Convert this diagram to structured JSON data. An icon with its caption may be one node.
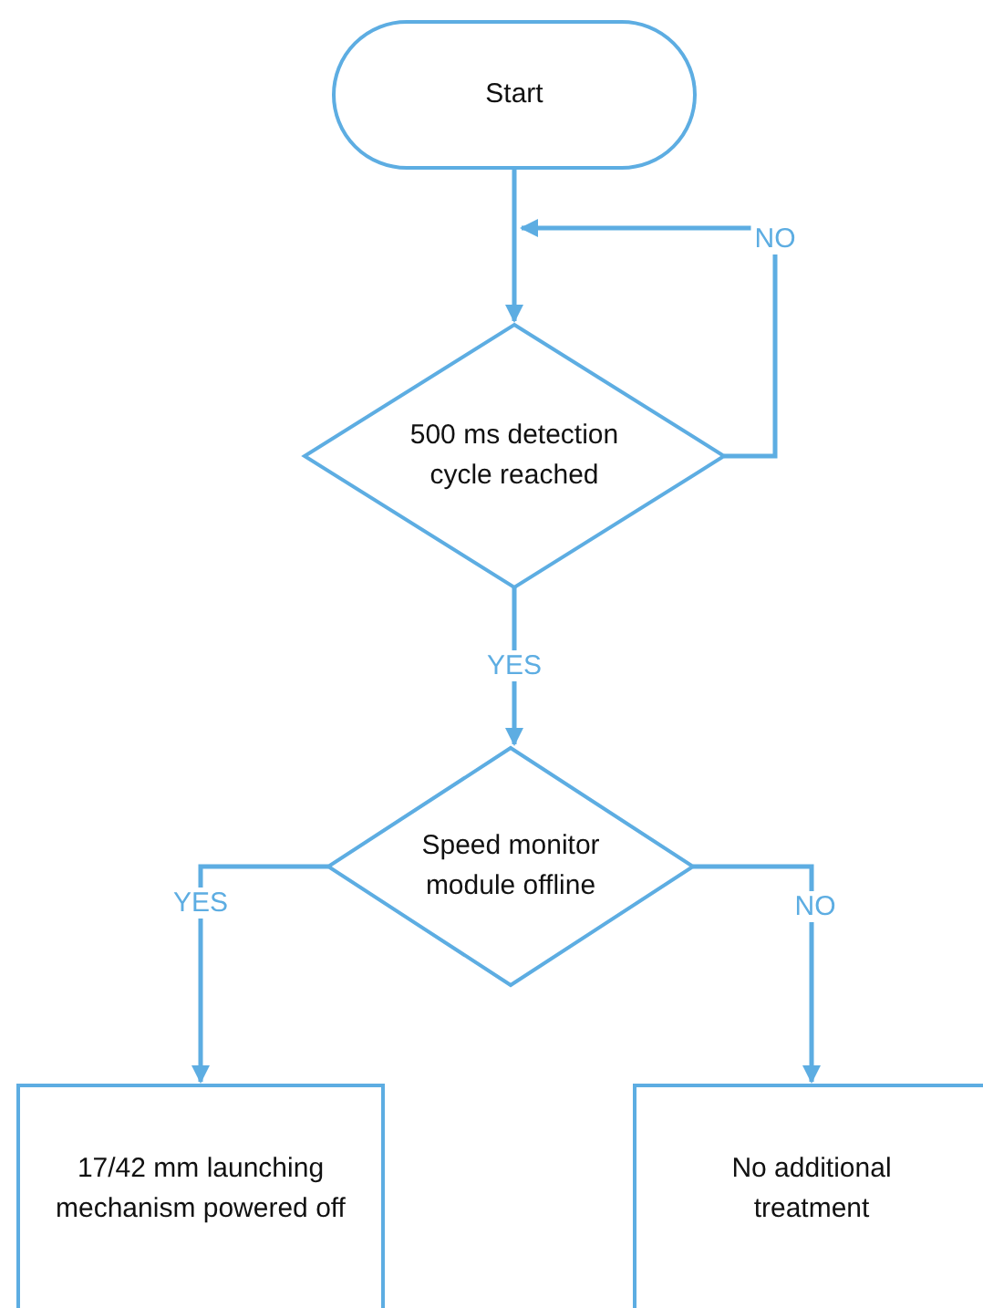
{
  "diagram": {
    "nodes": [
      {
        "text": [
          "Start"
        ]
      },
      {
        "text": [
          "500 ms detection cycle reached"
        ]
      },
      {
        "text": [
          "Speed monitor module offline"
        ]
      },
      {
        "text": [
          "17/42 mm launching mechanism powered off"
        ]
      },
      {
        "text": [
          "No additional treatment"
        ]
      }
    ],
    "edges": [
      {
        "from": 0,
        "to": 1,
        "arrow": "to"
      },
      {
        "from": 1,
        "to": null,
        "arrow": "to",
        "label": "NO"
      },
      {
        "from": 1,
        "to": 2,
        "arrow": "to",
        "label": "YES"
      },
      {
        "from": 2,
        "to": 3,
        "arrow": "to",
        "label": "YES"
      },
      {
        "from": 2,
        "to": 4,
        "arrow": "to",
        "label": "NO"
      }
    ]
  }
}
